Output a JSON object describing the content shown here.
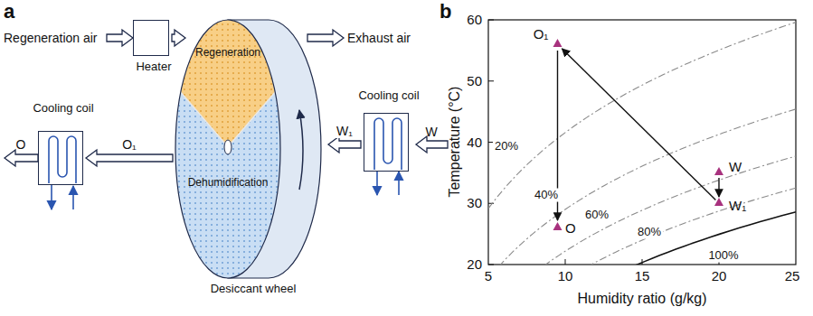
{
  "diagram": {
    "nodes": [
      {
        "text": [
          "Heater"
        ]
      },
      {
        "text": [
          "Desiccant wheel"
        ]
      },
      {
        "text": [
          "Regeneration"
        ],
        "in": 1
      },
      {
        "text": [
          "Dehumidification"
        ],
        "in": 1
      },
      {
        "text": [
          "Cooling coil"
        ]
      },
      {
        "text": [
          "Cooling coil"
        ]
      }
    ],
    "edges": [
      {
        "from": 0,
        "to": 2,
        "arrow": "to"
      },
      {
        "from": 4,
        "to": 3,
        "label": "W₁",
        "arrow": "to"
      },
      {
        "from": 3,
        "to": 5,
        "label": "O₁",
        "arrow": "to"
      }
    ],
    "labels": [
      "a",
      "Regeneration air",
      "Exhaust air",
      "W",
      "O",
      "b",
      "60",
      "50",
      "40",
      "30",
      "20",
      "Temperature (°C)",
      "O₁",
      "20%",
      "40%",
      "W",
      "60%",
      "80%",
      "W₁",
      "O",
      "100%",
      "5",
      "10",
      "15",
      "20",
      "25",
      "Humidity ratio (g/kg)"
    ]
  }
}
